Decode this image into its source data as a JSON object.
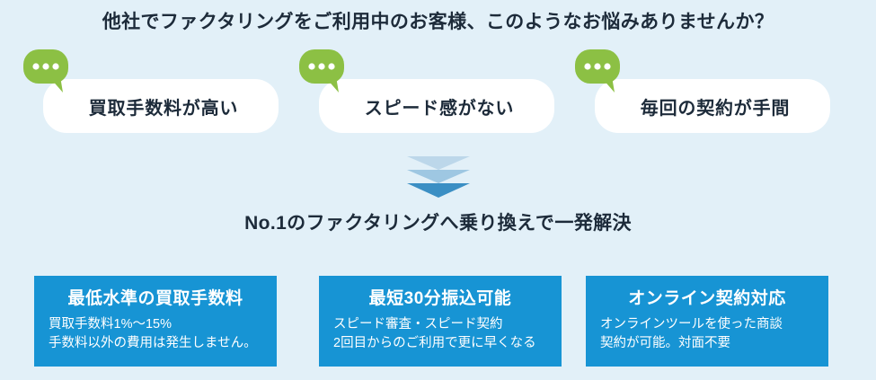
{
  "headline": "他社でファクタリングをご利用中のお客様、このようなお悩みありませんか？",
  "problems": [
    {
      "icon": "speech-bubble-icon",
      "label": "買取手数料が高い"
    },
    {
      "icon": "speech-bubble-icon",
      "label": "スピード感がない"
    },
    {
      "icon": "speech-bubble-icon",
      "label": "毎回の契約が手間"
    }
  ],
  "arrow": {
    "icon": "chevron-down-icon",
    "count": 3
  },
  "subheadline": "No.1のファクタリングへ乗り換えで一発解決",
  "benefits": [
    {
      "title": "最低水準の買取手数料",
      "line1": "買取手数料1%〜15%",
      "line2": "手数料以外の費用は発生しません。"
    },
    {
      "title": "最短30分振込可能",
      "line1": "スピード審査・スピード契約",
      "line2": "2回目からのご利用で更に早くなる"
    },
    {
      "title": "オンライン契約対応",
      "line1": "オンラインツールを使った商談",
      "line2": "契約が可能。対面不要"
    }
  ],
  "colors": {
    "background": "#e2f0f8",
    "card_blue": "#1794d4",
    "bubble_green": "#8cc044",
    "text_dark": "#1d2b3a",
    "chevron_light": "#bcd7ea",
    "chevron_mid": "#9ec7e2",
    "chevron_dark": "#3b8fc4"
  }
}
